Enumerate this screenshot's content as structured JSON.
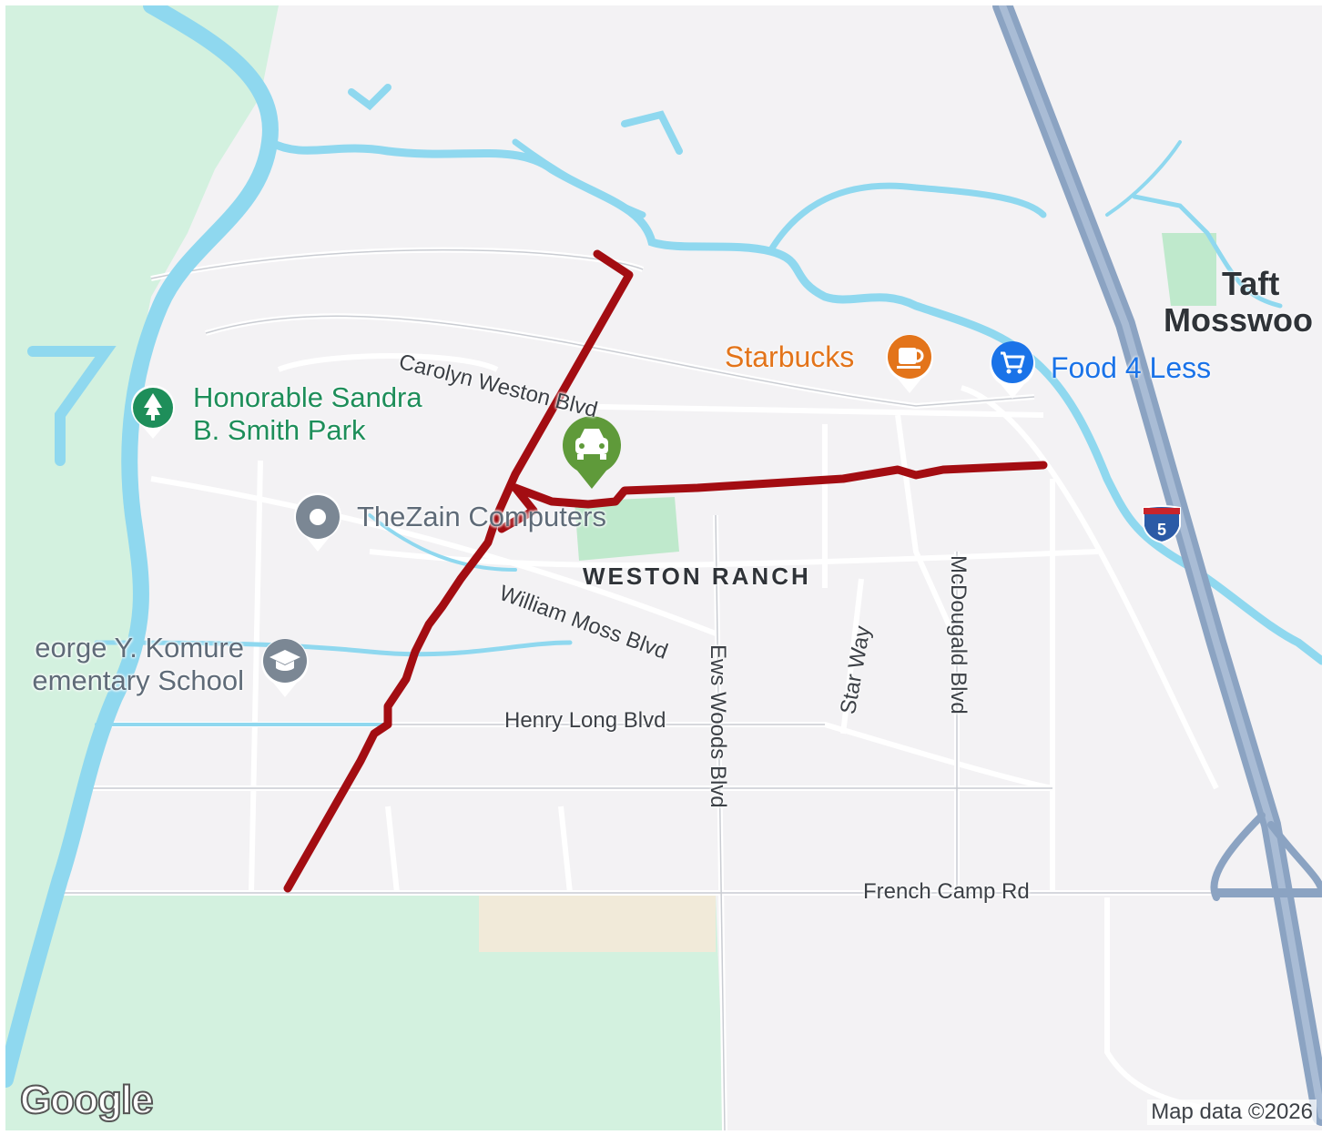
{
  "map": {
    "labels": {
      "park": "Honorable Sandra\nB. Smith Park",
      "thezain": "TheZain Computers",
      "starbucks": "Starbucks",
      "food4less": "Food 4 Less",
      "school": "eorge Y. Komure\nementary School",
      "taft": "Taft\nMosswoo",
      "weston_ranch": "WESTON RANCH",
      "carolyn": "Carolyn Weston Blvd",
      "william": "William Moss Blvd",
      "henry": "Henry Long Blvd",
      "ews": "Ews Woods Blvd",
      "star": "Star Way",
      "mcdougald": "McDougald Blvd",
      "french": "French Camp Rd",
      "interstate": "5"
    },
    "icons": {
      "park": "tree-icon",
      "thezain": "location-pin-icon",
      "starbucks": "coffee-cup-icon",
      "food4less": "shopping-cart-icon",
      "school": "graduation-cap-icon",
      "car": "car-icon",
      "interstate": "interstate-shield-icon"
    },
    "colors": {
      "route": "#a30d12",
      "water": "#8fd8ef",
      "park": "#d3f1df",
      "freeway": "#8ba3c2",
      "poi_green": "#1e8e5a",
      "poi_orange": "#e3741a",
      "poi_blue": "#1a73e8"
    },
    "brand": "Google",
    "attribution": "Map data ©2026"
  }
}
